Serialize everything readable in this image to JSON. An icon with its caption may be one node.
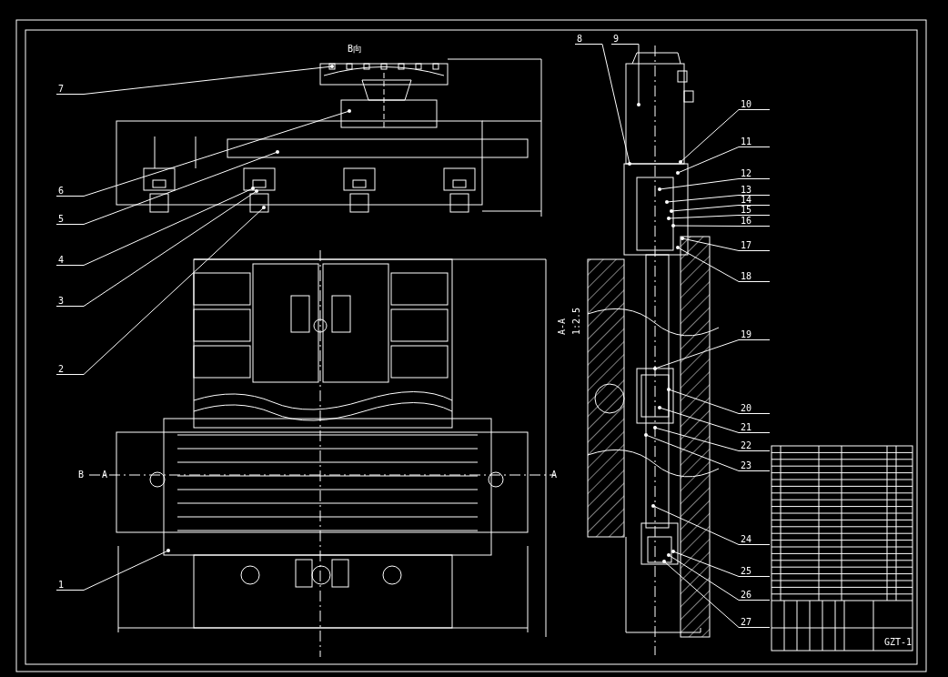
{
  "diagram": {
    "nodes": [
      {
        "text": [
          "1"
        ]
      },
      {
        "text": [
          "2"
        ]
      },
      {
        "text": [
          "3"
        ]
      },
      {
        "text": [
          "4"
        ]
      },
      {
        "text": [
          "5"
        ]
      },
      {
        "text": [
          "6"
        ]
      },
      {
        "text": [
          "7"
        ]
      },
      {
        "text": [
          "8"
        ]
      },
      {
        "text": [
          "9"
        ]
      },
      {
        "text": [
          "10"
        ]
      },
      {
        "text": [
          "11"
        ]
      },
      {
        "text": [
          "12"
        ]
      },
      {
        "text": [
          "13"
        ]
      },
      {
        "text": [
          "14"
        ]
      },
      {
        "text": [
          "15"
        ]
      },
      {
        "text": [
          "16"
        ]
      },
      {
        "text": [
          "17"
        ]
      },
      {
        "text": [
          "18"
        ]
      },
      {
        "text": [
          "19"
        ]
      },
      {
        "text": [
          "20"
        ]
      },
      {
        "text": [
          "21"
        ]
      },
      {
        "text": [
          "22"
        ]
      },
      {
        "text": [
          "23"
        ]
      },
      {
        "text": [
          "24"
        ]
      },
      {
        "text": [
          "25"
        ]
      },
      {
        "text": [
          "26"
        ]
      },
      {
        "text": [
          "27"
        ]
      }
    ],
    "edges": [
      {
        "from": 0,
        "to": null,
        "arrow": "other"
      },
      {
        "from": 1,
        "to": null,
        "arrow": "other"
      },
      {
        "from": 2,
        "to": null,
        "arrow": "other"
      },
      {
        "from": 3,
        "to": null,
        "arrow": "other"
      },
      {
        "from": 4,
        "to": null,
        "arrow": "other"
      },
      {
        "from": 5,
        "to": null,
        "arrow": "other"
      },
      {
        "from": 6,
        "to": null,
        "arrow": "other"
      },
      {
        "from": 7,
        "to": null,
        "arrow": "other"
      },
      {
        "from": 8,
        "to": null,
        "arrow": "other"
      },
      {
        "from": 9,
        "to": null,
        "arrow": "other"
      },
      {
        "from": 10,
        "to": null,
        "arrow": "other"
      },
      {
        "from": 11,
        "to": null,
        "arrow": "other"
      },
      {
        "from": 12,
        "to": null,
        "arrow": "other"
      },
      {
        "from": 13,
        "to": null,
        "arrow": "other"
      },
      {
        "from": 14,
        "to": null,
        "arrow": "other"
      },
      {
        "from": 15,
        "to": null,
        "arrow": "other"
      },
      {
        "from": 16,
        "to": null,
        "arrow": "other"
      },
      {
        "from": 17,
        "to": null,
        "arrow": "other"
      },
      {
        "from": 18,
        "to": null,
        "arrow": "other"
      },
      {
        "from": 19,
        "to": null,
        "arrow": "other"
      },
      {
        "from": 20,
        "to": null,
        "arrow": "other"
      },
      {
        "from": 21,
        "to": null,
        "arrow": "other"
      },
      {
        "from": 22,
        "to": null,
        "arrow": "other"
      },
      {
        "from": 23,
        "to": null,
        "arrow": "other"
      },
      {
        "from": 24,
        "to": null,
        "arrow": "other"
      },
      {
        "from": 25,
        "to": null,
        "arrow": "other"
      },
      {
        "from": 26,
        "to": null,
        "arrow": "other"
      }
    ],
    "labels": [
      "B向",
      "A-A",
      "1:2.5",
      "B",
      "A",
      "A",
      "GZT-1"
    ]
  }
}
